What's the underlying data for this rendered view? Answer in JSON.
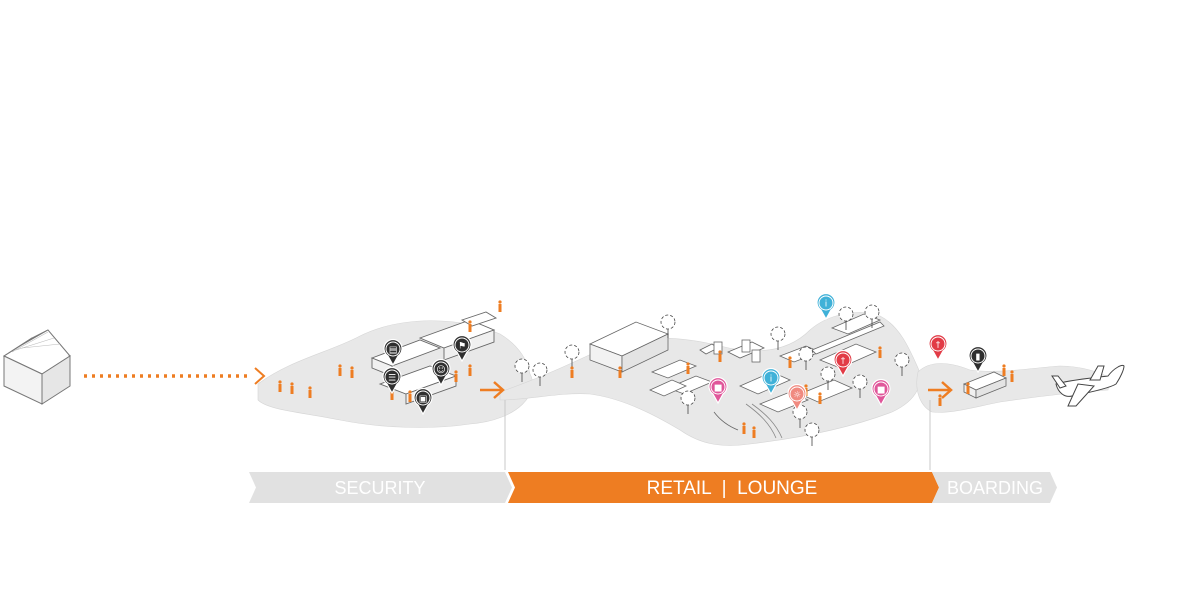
{
  "phases": [
    {
      "label": "SECURITY",
      "state": "inactive"
    },
    {
      "label": "RETAIL  |  LOUNGE",
      "state": "active"
    },
    {
      "label": "BOARDING",
      "state": "inactive"
    }
  ],
  "colors": {
    "accent": "#ee7d22",
    "inactive_band": "#e1e1e1",
    "path": "#e8e8e8",
    "pin_dark": "#2f2f2f",
    "pin_pink": "#e0569a",
    "pin_red": "#e23b46",
    "pin_blue": "#3fb1d8",
    "pin_salmon": "#f08a80",
    "people": "#ee7d22"
  },
  "icons": {
    "start": "house-icon",
    "end": "airplane-icon",
    "security_pins": [
      "baggage-scan-icon",
      "metal-detector-icon",
      "passport-control-icon",
      "luggage-icon",
      "pat-down-icon"
    ],
    "retail_pins": [
      "shopping-bag-icon",
      "info-icon",
      "restaurant-icon",
      "shopping-bag-icon",
      "info-icon",
      "kids-play-icon",
      "restaurant-icon",
      "shopping-bag-icon"
    ],
    "boarding_pins": [
      "boarding-pass-icon"
    ]
  }
}
